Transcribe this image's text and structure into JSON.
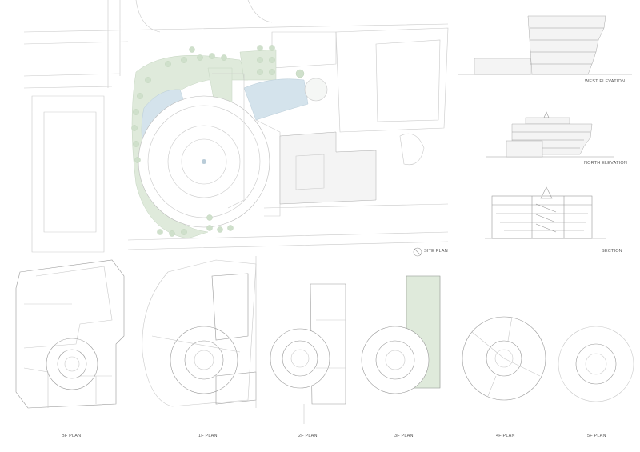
{
  "sheet": {
    "drawings": {
      "site_plan": "SITE PLAN",
      "west_elevation": "WEST ELEVATION",
      "north_elevation": "NORTH ELEVATION",
      "section": "SECTION",
      "bf_plan": "BF PLAN",
      "f1_plan": "1F PLAN",
      "f2_plan": "2F PLAN",
      "f3_plan": "3F PLAN",
      "f4_plan": "4F PLAN",
      "f5_plan": "5F PLAN"
    },
    "colors": {
      "landscape": "#dfeadb",
      "water": "#d4e3ec",
      "line": "#c9c9c9"
    }
  }
}
